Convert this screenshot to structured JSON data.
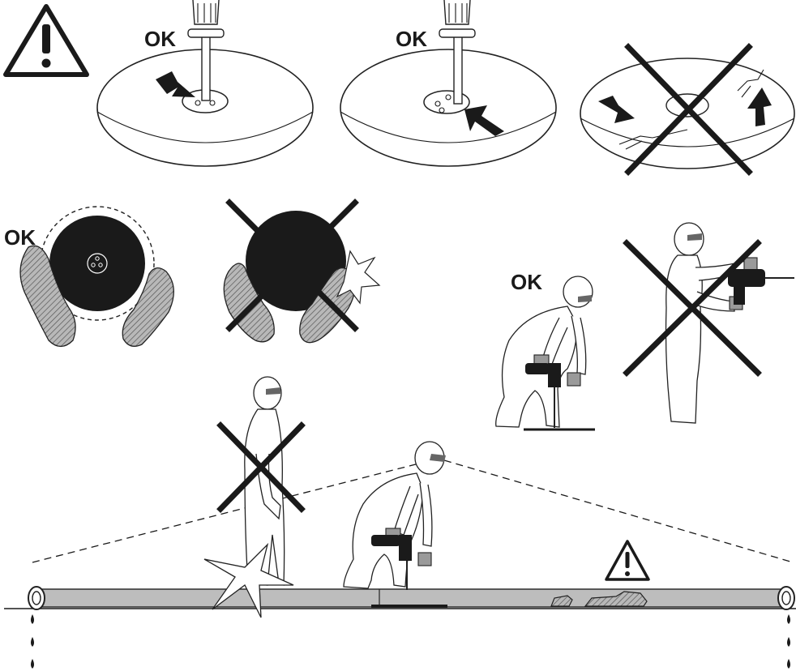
{
  "labels": {
    "ok_1": "OK",
    "ok_2": "OK",
    "ok_3": "OK",
    "ok_4": "OK"
  },
  "icons": {
    "warning": "warning-triangle-icon",
    "prohibited": "x-mark-icon",
    "arrow": "arrow-icon",
    "water_drop": "water-drop-icon"
  },
  "colors": {
    "ink": "#1a1a1a",
    "glove_gray": "#9a9a9a",
    "pipe_gray": "#bdbdbd",
    "background": "#ffffff"
  }
}
